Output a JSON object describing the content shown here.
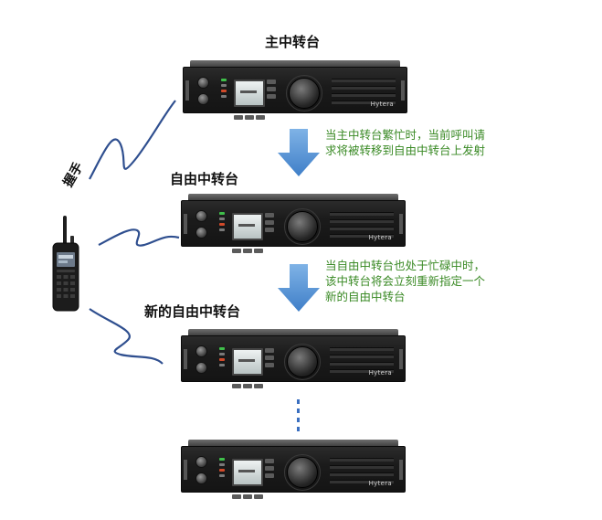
{
  "labels": {
    "main_repeater": "主中转台",
    "free_repeater": "自由中转台",
    "new_free_repeater": "新的自由中转台",
    "handshake": "握手"
  },
  "notes": {
    "busy_line1": "当主中转台繁忙时，当前呼叫请",
    "busy_line2": "求将被转移到自由中转台上发射",
    "free_busy_line1": "当自由中转台也处于忙碌中时，",
    "free_busy_line2": "该中转台将会立刻重新指定一个",
    "free_busy_line3": "新的自由中转台"
  },
  "brand": "Hytera",
  "colors": {
    "arrow": "#5b9bd5",
    "note_text": "#3a8a25",
    "wave": "#2f4f8f"
  }
}
